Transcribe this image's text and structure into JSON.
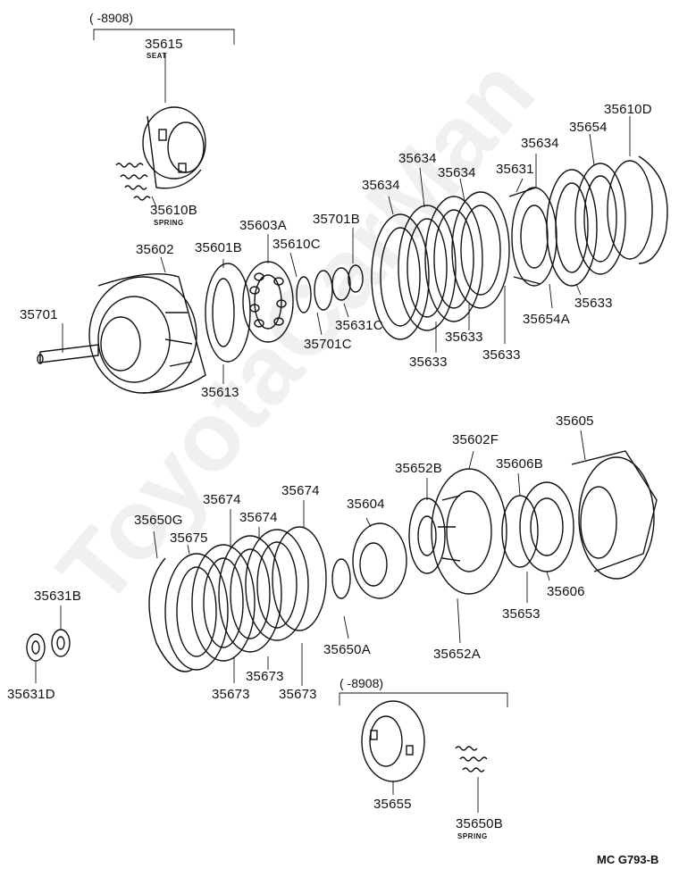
{
  "diagram": {
    "code": "MC G793-B",
    "watermark": "ToyotaCarMan",
    "brackets": [
      {
        "text": "(      -8908)"
      },
      {
        "text": "(      -8908)"
      }
    ],
    "labels": [
      {
        "id": "l35615",
        "text": "35615",
        "note": "SEAT"
      },
      {
        "id": "l35610B",
        "text": "35610B",
        "note": "SPRING"
      },
      {
        "id": "l35603A",
        "text": "35603A"
      },
      {
        "id": "l35701B",
        "text": "35701B"
      },
      {
        "id": "l35602",
        "text": "35602"
      },
      {
        "id": "l35601B",
        "text": "35601B"
      },
      {
        "id": "l35610C",
        "text": "35610C"
      },
      {
        "id": "l35701",
        "text": "35701"
      },
      {
        "id": "l35613",
        "text": "35613"
      },
      {
        "id": "l35631C",
        "text": "35631C"
      },
      {
        "id": "l35701C",
        "text": "35701C"
      },
      {
        "id": "l35634a",
        "text": "35634"
      },
      {
        "id": "l35634b",
        "text": "35634"
      },
      {
        "id": "l35634c",
        "text": "35634"
      },
      {
        "id": "l35634d",
        "text": "35634"
      },
      {
        "id": "l35631",
        "text": "35631"
      },
      {
        "id": "l35654",
        "text": "35654"
      },
      {
        "id": "l35610D",
        "text": "35610D"
      },
      {
        "id": "l35633a",
        "text": "35633"
      },
      {
        "id": "l35633b",
        "text": "35633"
      },
      {
        "id": "l35633c",
        "text": "35633"
      },
      {
        "id": "l35633d",
        "text": "35633"
      },
      {
        "id": "l35654A",
        "text": "35654A"
      },
      {
        "id": "l35605",
        "text": "35605"
      },
      {
        "id": "l35602F",
        "text": "35602F"
      },
      {
        "id": "l35652B",
        "text": "35652B"
      },
      {
        "id": "l35606B",
        "text": "35606B"
      },
      {
        "id": "l35674a",
        "text": "35674"
      },
      {
        "id": "l35674b",
        "text": "35674"
      },
      {
        "id": "l35674c",
        "text": "35674"
      },
      {
        "id": "l35604",
        "text": "35604"
      },
      {
        "id": "l35650G",
        "text": "35650G"
      },
      {
        "id": "l35675",
        "text": "35675"
      },
      {
        "id": "l35606",
        "text": "35606"
      },
      {
        "id": "l35653",
        "text": "35653"
      },
      {
        "id": "l35652A",
        "text": "35652A"
      },
      {
        "id": "l35650A",
        "text": "35650A"
      },
      {
        "id": "l35631B",
        "text": "35631B"
      },
      {
        "id": "l35631D",
        "text": "35631D"
      },
      {
        "id": "l35673a",
        "text": "35673"
      },
      {
        "id": "l35673b",
        "text": "35673"
      },
      {
        "id": "l35673c",
        "text": "35673"
      },
      {
        "id": "l35655",
        "text": "35655"
      },
      {
        "id": "l35650B",
        "text": "35650B",
        "note": "SPRING"
      }
    ]
  }
}
